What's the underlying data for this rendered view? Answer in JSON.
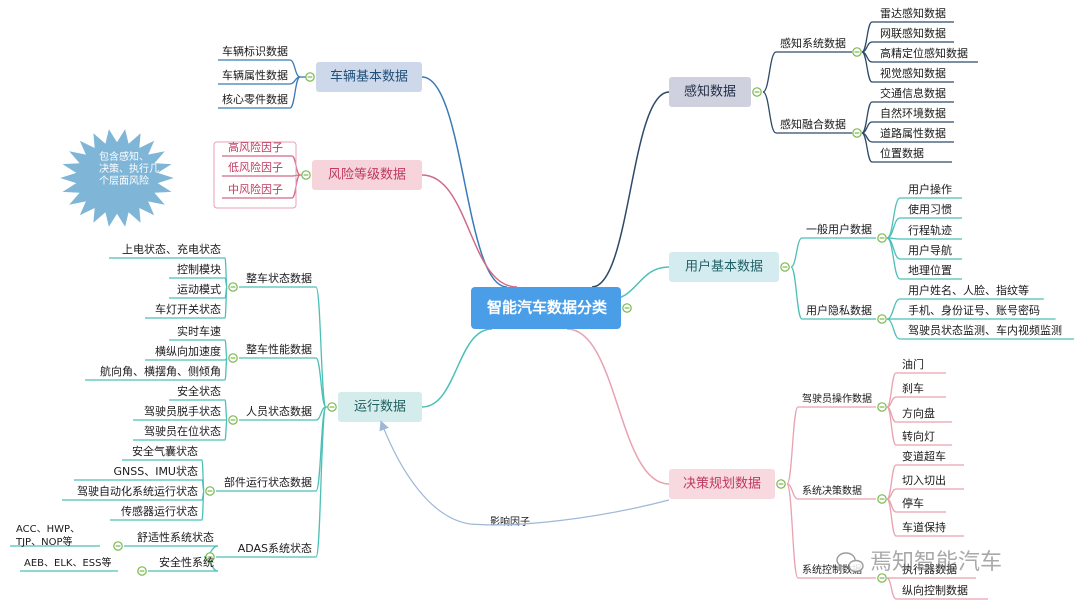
{
  "colors": {
    "center": "#4a9ee8",
    "blue": "#3a7ab8",
    "navy": "#2e4a66",
    "red": "#d06a88",
    "teal": "#4cc0b8",
    "pink": "#e8a2b0",
    "expand": "#7ab84e"
  },
  "center": {
    "label": "智能汽车数据分类"
  },
  "branches": [
    {
      "label": "车辆基本数据",
      "color": "blue",
      "fill": "#cdd8ea",
      "text": "#1f4e79",
      "children": [
        {
          "label": "车辆标识数据"
        },
        {
          "label": "车辆属性数据"
        },
        {
          "label": "核心零件数据"
        }
      ]
    },
    {
      "label": "风险等级数据",
      "color": "red",
      "fill": "#f7d4dc",
      "text": "#c0395e",
      "children": [
        {
          "label": "高风险因子"
        },
        {
          "label": "低风险因子"
        },
        {
          "label": "中风险因子"
        }
      ],
      "callout": "包含感知、决策、执行几个层面风险"
    },
    {
      "label": "运行数据",
      "color": "teal",
      "fill": "#d4ecec",
      "text": "#1f5f5f",
      "children": [
        {
          "label": "整车状态数据",
          "children": [
            {
              "label": "上电状态、充电状态"
            },
            {
              "label": "控制模块"
            },
            {
              "label": "运动模式"
            },
            {
              "label": "车灯开关状态"
            }
          ]
        },
        {
          "label": "整车性能数据",
          "children": [
            {
              "label": "实时车速"
            },
            {
              "label": "横纵向加速度"
            },
            {
              "label": "航向角、横摆角、侧倾角"
            }
          ]
        },
        {
          "label": "人员状态数据",
          "children": [
            {
              "label": "安全状态"
            },
            {
              "label": "驾驶员脱手状态"
            },
            {
              "label": "驾驶员在位状态"
            }
          ]
        },
        {
          "label": "部件运行状态数据",
          "children": [
            {
              "label": "安全气囊状态"
            },
            {
              "label": "GNSS、IMU状态"
            },
            {
              "label": "驾驶自动化系统运行状态"
            },
            {
              "label": "传感器运行状态"
            }
          ]
        },
        {
          "label": "ADAS系统状态",
          "children": [
            {
              "label": "舒适性系统状态",
              "children": [
                {
                  "label": "ACC、HWP、TJP、NOP等"
                }
              ]
            },
            {
              "label": "安全性系统",
              "children": [
                {
                  "label": "AEB、ELK、ESS等"
                }
              ]
            }
          ]
        }
      ]
    },
    {
      "label": "感知数据",
      "color": "navy",
      "fill": "#cfd2de",
      "text": "#1e2a44",
      "children": [
        {
          "label": "感知系统数据",
          "children": [
            {
              "label": "雷达感知数据"
            },
            {
              "label": "网联感知数据"
            },
            {
              "label": "高精定位感知数据"
            },
            {
              "label": "视觉感知数据"
            }
          ]
        },
        {
          "label": "感知融合数据",
          "children": [
            {
              "label": "交通信息数据"
            },
            {
              "label": "自然环境数据"
            },
            {
              "label": "道路属性数据"
            },
            {
              "label": "位置数据"
            }
          ]
        }
      ]
    },
    {
      "label": "用户基本数据",
      "color": "teal",
      "fill": "#d4ecf0",
      "text": "#1f5f66",
      "children": [
        {
          "label": "一般用户数据",
          "children": [
            {
              "label": "用户操作"
            },
            {
              "label": "使用习惯"
            },
            {
              "label": "行程轨迹"
            },
            {
              "label": "用户导航"
            },
            {
              "label": "地理位置"
            }
          ]
        },
        {
          "label": "用户隐私数据",
          "children": [
            {
              "label": "用户姓名、人脸、指纹等"
            },
            {
              "label": "手机、身份证号、账号密码"
            },
            {
              "label": "驾驶员状态监测、车内视频监测"
            }
          ]
        }
      ]
    },
    {
      "label": "决策规划数据",
      "color": "pink",
      "fill": "#f7d9df",
      "text": "#c0395e",
      "children": [
        {
          "label": "驾驶员操作数据",
          "children": [
            {
              "label": "油门"
            },
            {
              "label": "刹车"
            },
            {
              "label": "方向盘"
            },
            {
              "label": "转向灯"
            }
          ]
        },
        {
          "label": "系统决策数据",
          "children": [
            {
              "label": "变道超车"
            },
            {
              "label": "切入切出"
            },
            {
              "label": "停车"
            },
            {
              "label": "车道保持"
            }
          ]
        },
        {
          "label": "系统控制数据",
          "children": [
            {
              "label": "执行器数据"
            },
            {
              "label": "纵向控制数据"
            }
          ]
        }
      ]
    }
  ],
  "relation": {
    "label": "影响因子"
  },
  "watermark": {
    "label": "焉知智能汽车"
  }
}
